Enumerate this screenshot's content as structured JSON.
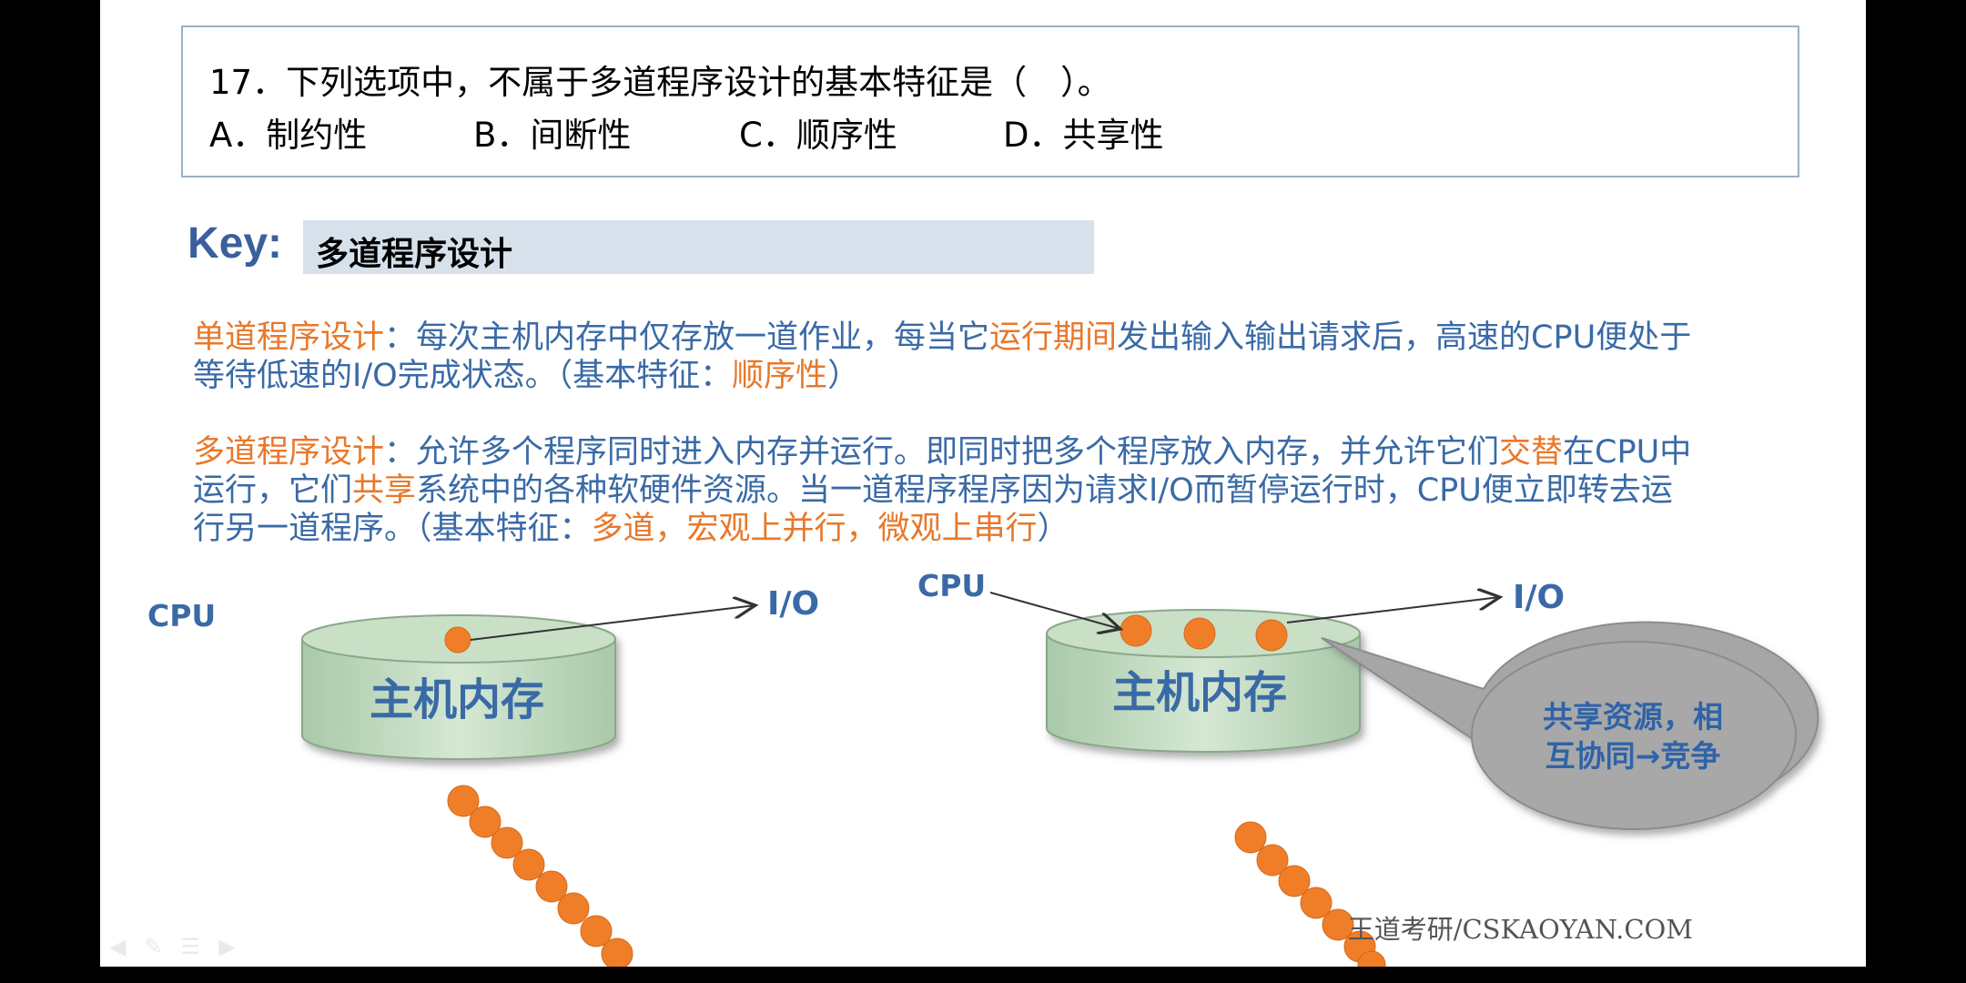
{
  "question": {
    "stem": "17．下列选项中，不属于多道程序设计的基本特征是（　）。",
    "options": [
      "A．制约性",
      "B．间断性",
      "C．顺序性",
      "D．共享性"
    ]
  },
  "key": {
    "label": "Key:",
    "title": "多道程序设计"
  },
  "single": {
    "t1": "单道程序设计",
    "t2": "：每次主机内存中仅存放一道作业，每当它",
    "t3": "运行期间",
    "t4": "发出输入输出请求后，高速的CPU便处于",
    "t5": "等待低速的I/O完成状态。（基本特征：",
    "t6": "顺序性",
    "t7": "）"
  },
  "multi": {
    "t1": "多道程序设计",
    "t2": "：允许多个程序同时进入内存并运行。即同时把多个程序放入内存，并允许它们",
    "t3": "交替",
    "t4": "在CPU中",
    "t5": "运行，它们",
    "t6": "共享",
    "t7": "系统中的各种软硬件资源。当一道程序程序因为请求I/O而暂停运行时，CPU便立即转去运",
    "t8": "行另一道程序。（基本特征：",
    "t9": "多道，宏观上并行，微观上串行",
    "t10": "）"
  },
  "diagram": {
    "left": {
      "cpu": "CPU",
      "io": "I/O",
      "memory": "主机内存"
    },
    "right": {
      "cpu": "CPU",
      "io": "I/O",
      "memory": "主机内存",
      "callout": [
        "共享资源，相",
        "互协同→竞争"
      ]
    }
  },
  "watermark": "王道考研/CSKAOYAN.COM",
  "colors": {
    "blue": "#3a6aa6",
    "orange": "#e8782b",
    "dot": "#f07e28"
  }
}
